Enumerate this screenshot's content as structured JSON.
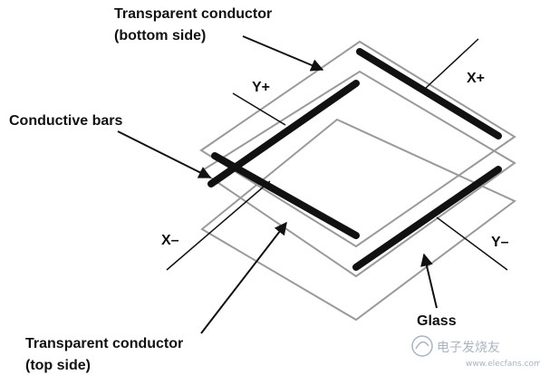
{
  "labels": {
    "transparent_bottom_line1": "Transparent conductor",
    "transparent_bottom_line2": "(bottom side)",
    "y_plus": "Y+",
    "x_plus": "X+",
    "conductive_bars": "Conductive bars",
    "x_minus": "X–",
    "y_minus": "Y–",
    "glass": "Glass",
    "transparent_top_line1": "Transparent conductor",
    "transparent_top_line2": "(top side)"
  },
  "watermark": {
    "line1": "电子发烧友",
    "line2": "www.elecfans.com"
  },
  "colors": {
    "plate": "#9a9a9a",
    "bar": "#111111",
    "arrow": "#111111",
    "watermark": "#a9b4c2"
  }
}
